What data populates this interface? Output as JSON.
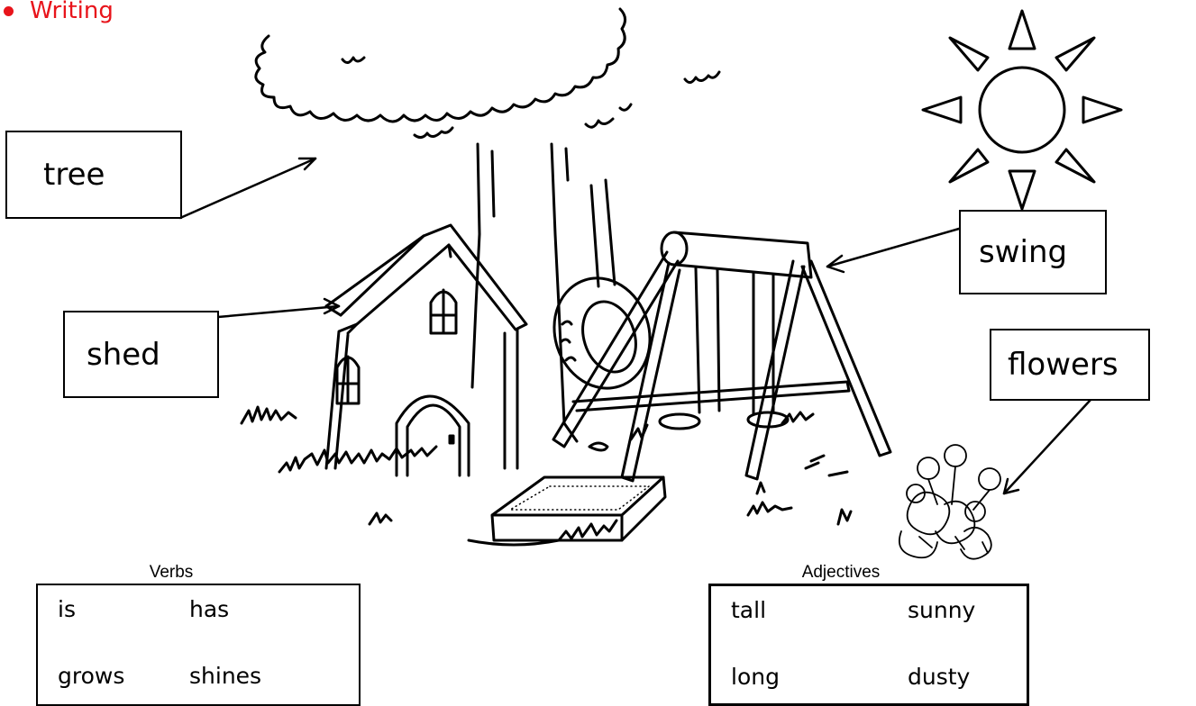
{
  "heading": {
    "text": "Writing",
    "color": "#e8141b"
  },
  "labels": {
    "tree": "tree",
    "swing": "swing",
    "shed": "shed",
    "flowers": "flowers"
  },
  "verbs": {
    "title": "Verbs",
    "words": [
      "is",
      "has",
      "grows",
      "shines"
    ]
  },
  "adjectives": {
    "title": "Adjectives",
    "words": [
      "tall",
      "sunny",
      "long",
      "dusty"
    ]
  },
  "illustration": {
    "icons": [
      "sun-icon",
      "tree-illustration",
      "shed-illustration",
      "swing-illustration",
      "tire-swing-illustration",
      "sandbox-illustration",
      "flowers-illustration"
    ]
  }
}
